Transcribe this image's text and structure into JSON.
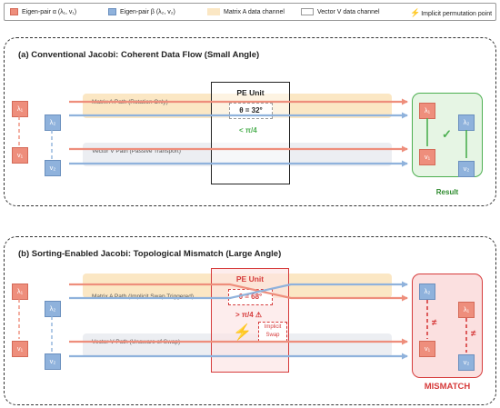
{
  "legend": {
    "items": [
      {
        "label": "Eigen-pair α (λ₁, v₁)",
        "icon": "red-square"
      },
      {
        "label": "Eigen-pair β (λ₂, v₂)",
        "icon": "blue-square"
      },
      {
        "label": "Matrix A data channel",
        "icon": "orange-bar"
      },
      {
        "label": "Vector V data channel",
        "icon": "gray-box"
      },
      {
        "label": "Implicit permutation point",
        "icon": "lightning-icon"
      }
    ]
  },
  "panel_a": {
    "title": "(a) Conventional Jacobi: Coherent Data Flow (Small Angle)",
    "matrix_path_label": "Matrix A Path (Rotation Only)",
    "vector_path_label": "Vector V Path (Passive Transport)",
    "pe_title": "PE Unit",
    "theta": "θ = 32°",
    "condition": "< π/4",
    "check": "✓",
    "result_label": "Result",
    "nodes": {
      "lambda1": "λ₁",
      "v1": "v₁",
      "lambda2": "λ₂",
      "v2": "v₂"
    }
  },
  "panel_b": {
    "title": "(b) Sorting-Enabled Jacobi: Topological Mismatch (Large Angle)",
    "matrix_path_label": "Matrix A Path (Implicit Swap Triggered)",
    "vector_path_label": "Vector V Path (Unaware of Swap)",
    "pe_title": "PE Unit",
    "theta": "θ = 68°",
    "condition": "> π/4 ⚠",
    "implicit_swap": [
      "Implicit",
      "Swap"
    ],
    "neq": "≠",
    "result_label": "MISMATCH",
    "nodes": {
      "lambda1": "λ₁",
      "v1": "v₁",
      "lambda2": "λ₂",
      "v2": "v₂"
    }
  },
  "colors": {
    "red": "#ee8e7c",
    "blue": "#8fb2dc",
    "orange_band": "#fbe7c4",
    "gray_band": "#eceef2",
    "green": "#4caf50",
    "alert_red": "#d63b3b"
  }
}
